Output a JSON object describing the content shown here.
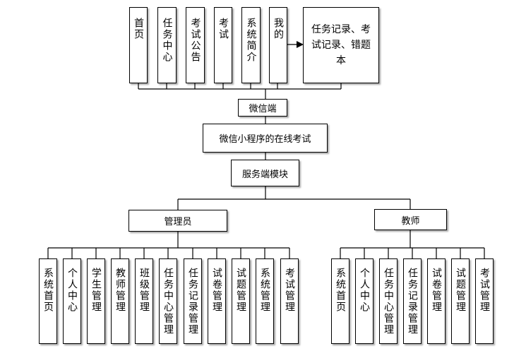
{
  "top_features": {
    "home": "首页",
    "task_center": "任务中心",
    "exam_notice": "考试公告",
    "exam": "考试",
    "system_intro": "系统简介",
    "mine": "我的",
    "mine_detail": "任务记录、考试记录、错题本"
  },
  "wechat_client": "微信端",
  "system_title": "微信小程序的在线考试",
  "server_module": "服务端模块",
  "admin": {
    "title": "管理员",
    "modules": [
      "系统首页",
      "个人中心",
      "学生管理",
      "教师管理",
      "班级管理",
      "任务中心管理",
      "任务记录管理",
      "试卷管理",
      "试题管理",
      "系统管理",
      "考试管理"
    ]
  },
  "teacher": {
    "title": "教师",
    "modules": [
      "系统首页",
      "个人中心",
      "任务中心管理",
      "任务记录管理",
      "试卷管理",
      "试题管理",
      "考试管理"
    ]
  }
}
